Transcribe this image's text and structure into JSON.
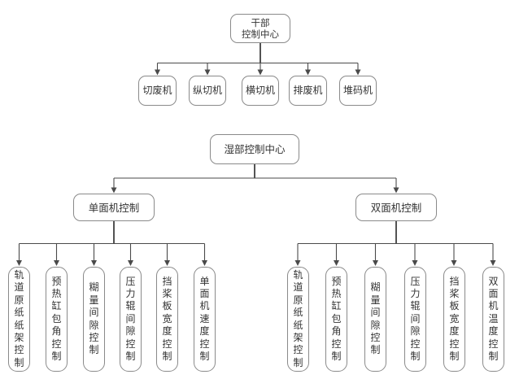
{
  "colors": {
    "bg": "#ffffff",
    "line": "#4a4a4a",
    "border": "#8a8a8a",
    "text": "#333333"
  },
  "dry_section": {
    "root": {
      "line1": "干部",
      "line2": "控制中心"
    },
    "machines": [
      "切废机",
      "纵切机",
      "横切机",
      "排废机",
      "堆码机"
    ]
  },
  "wet_section": {
    "root": "湿部控制中心",
    "branches": [
      {
        "label": "单面机控制",
        "children": [
          "轨道原纸纸架控制",
          "预热缸包角控制",
          "糊量间隙控制",
          "压力辊间隙控制",
          "挡桨板宽度控制",
          "单面机速度控制"
        ]
      },
      {
        "label": "双面机控制",
        "children": [
          "轨道原纸纸架控制",
          "预热缸包角控制",
          "糊量间隙控制",
          "压力辊间隙控制",
          "挡桨板宽度控制",
          "双面机温度控制"
        ]
      }
    ]
  }
}
